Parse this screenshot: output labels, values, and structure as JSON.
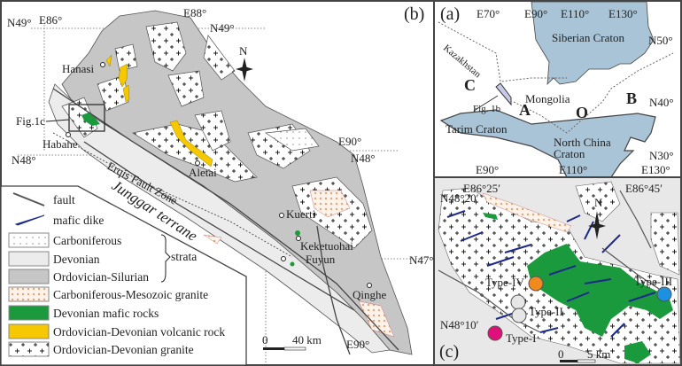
{
  "panel_b": {
    "label": "(b)",
    "coords": {
      "n49_left": "N49°",
      "e86": "E86°",
      "e88": "E88°",
      "n49_right": "N49°",
      "n48_left": "N48°",
      "e90_top": "E90°",
      "n48_right": "N48°",
      "n47": "N47°",
      "e90_bottom": "E90°"
    },
    "places": {
      "hanasi": "Hanasi",
      "habahe": "Habahe",
      "aletai": "Aletai",
      "kuerti": "Kuerti",
      "keketuohai": "Keketuohai",
      "fuyun": "Fuyun",
      "qinghe": "Qinghe"
    },
    "fig1c": "Fig.1c",
    "fault_zone": "Erqis Fault Zone",
    "terrane": "Junggar terrane",
    "north": "N",
    "scale": {
      "zero": "0",
      "label": "40 km"
    }
  },
  "legend": {
    "items": [
      {
        "label": "fault"
      },
      {
        "label": "mafic dike"
      },
      {
        "label": "Carboniferous"
      },
      {
        "label": "Devonian"
      },
      {
        "label": "Ordovician-Silurian"
      },
      {
        "label": "Carboniferous-Mesozoic granite"
      },
      {
        "label": "Devonian mafic rocks"
      },
      {
        "label": "Ordovician-Devonian volcanic rock"
      },
      {
        "label": "Ordovician-Devonian granite"
      }
    ],
    "strata": "strata"
  },
  "panel_a": {
    "label": "(a)",
    "coords": {
      "e70": "E70°",
      "e90": "E90°",
      "e110": "E110°",
      "e130": "E130°",
      "n50": "N50°",
      "n40": "N40°",
      "n30": "N30°",
      "e90b": "E90°",
      "e110b": "E110°",
      "e130b": "E130°"
    },
    "siberian": "Siberian Craton",
    "kazakhstan": "Kazakhstan",
    "mongolia": "Mongolia",
    "tarim": "Tarim Craton",
    "north_china_1": "North China",
    "north_china_2": "Craton",
    "fig1b": "Fig. 1b",
    "caob": [
      "C",
      "A",
      "O",
      "B"
    ]
  },
  "panel_c": {
    "label": "(c)",
    "coords": {
      "e8625": "E86°25′",
      "e8645": "E86°45′",
      "n4820": "N48°20′",
      "n4810": "N48°10′"
    },
    "types": [
      {
        "label": "Type-I",
        "color": "#e0107a"
      },
      {
        "label": "Type-II",
        "color": "#e6e6e6"
      },
      {
        "label": "Type-III",
        "color": "#1e90e0"
      },
      {
        "label": "Type-IV",
        "color": "#f08a1e"
      }
    ],
    "north": "N",
    "scale": {
      "zero": "0",
      "label": "5 km"
    }
  },
  "colors": {
    "ord_sil": "#c6c6c6",
    "devonian": "#ececec",
    "mafic": "#1a9a3c",
    "volcanic": "#f5c800",
    "craton": "#a9c4d6",
    "granite_cm": "#f0a070",
    "dike": "#1c2a8a"
  }
}
